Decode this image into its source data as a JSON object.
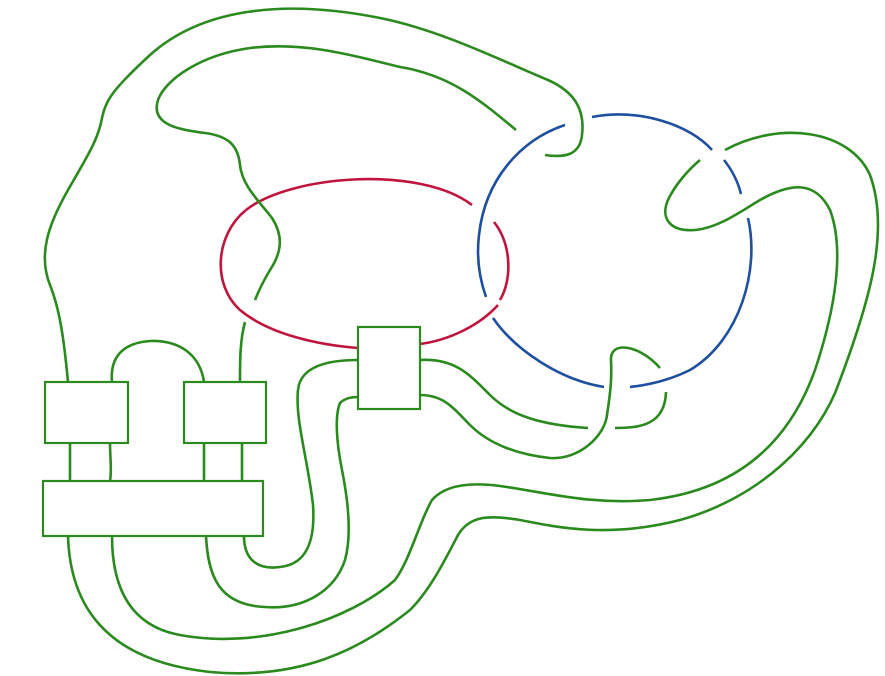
{
  "diagram": {
    "kind": "knot-link-diagram",
    "colors": {
      "red_component": "#c0143c",
      "blue_component": "#1e4fa0",
      "green_component": "#2a8a1e",
      "box_stroke": "#2a8a1e",
      "background": "#ffffff"
    },
    "components": [
      "red-circle",
      "blue-circle",
      "green-strand"
    ],
    "boxes": [
      "box-top-left",
      "box-top-middle",
      "box-bottom-wide",
      "box-center"
    ]
  }
}
